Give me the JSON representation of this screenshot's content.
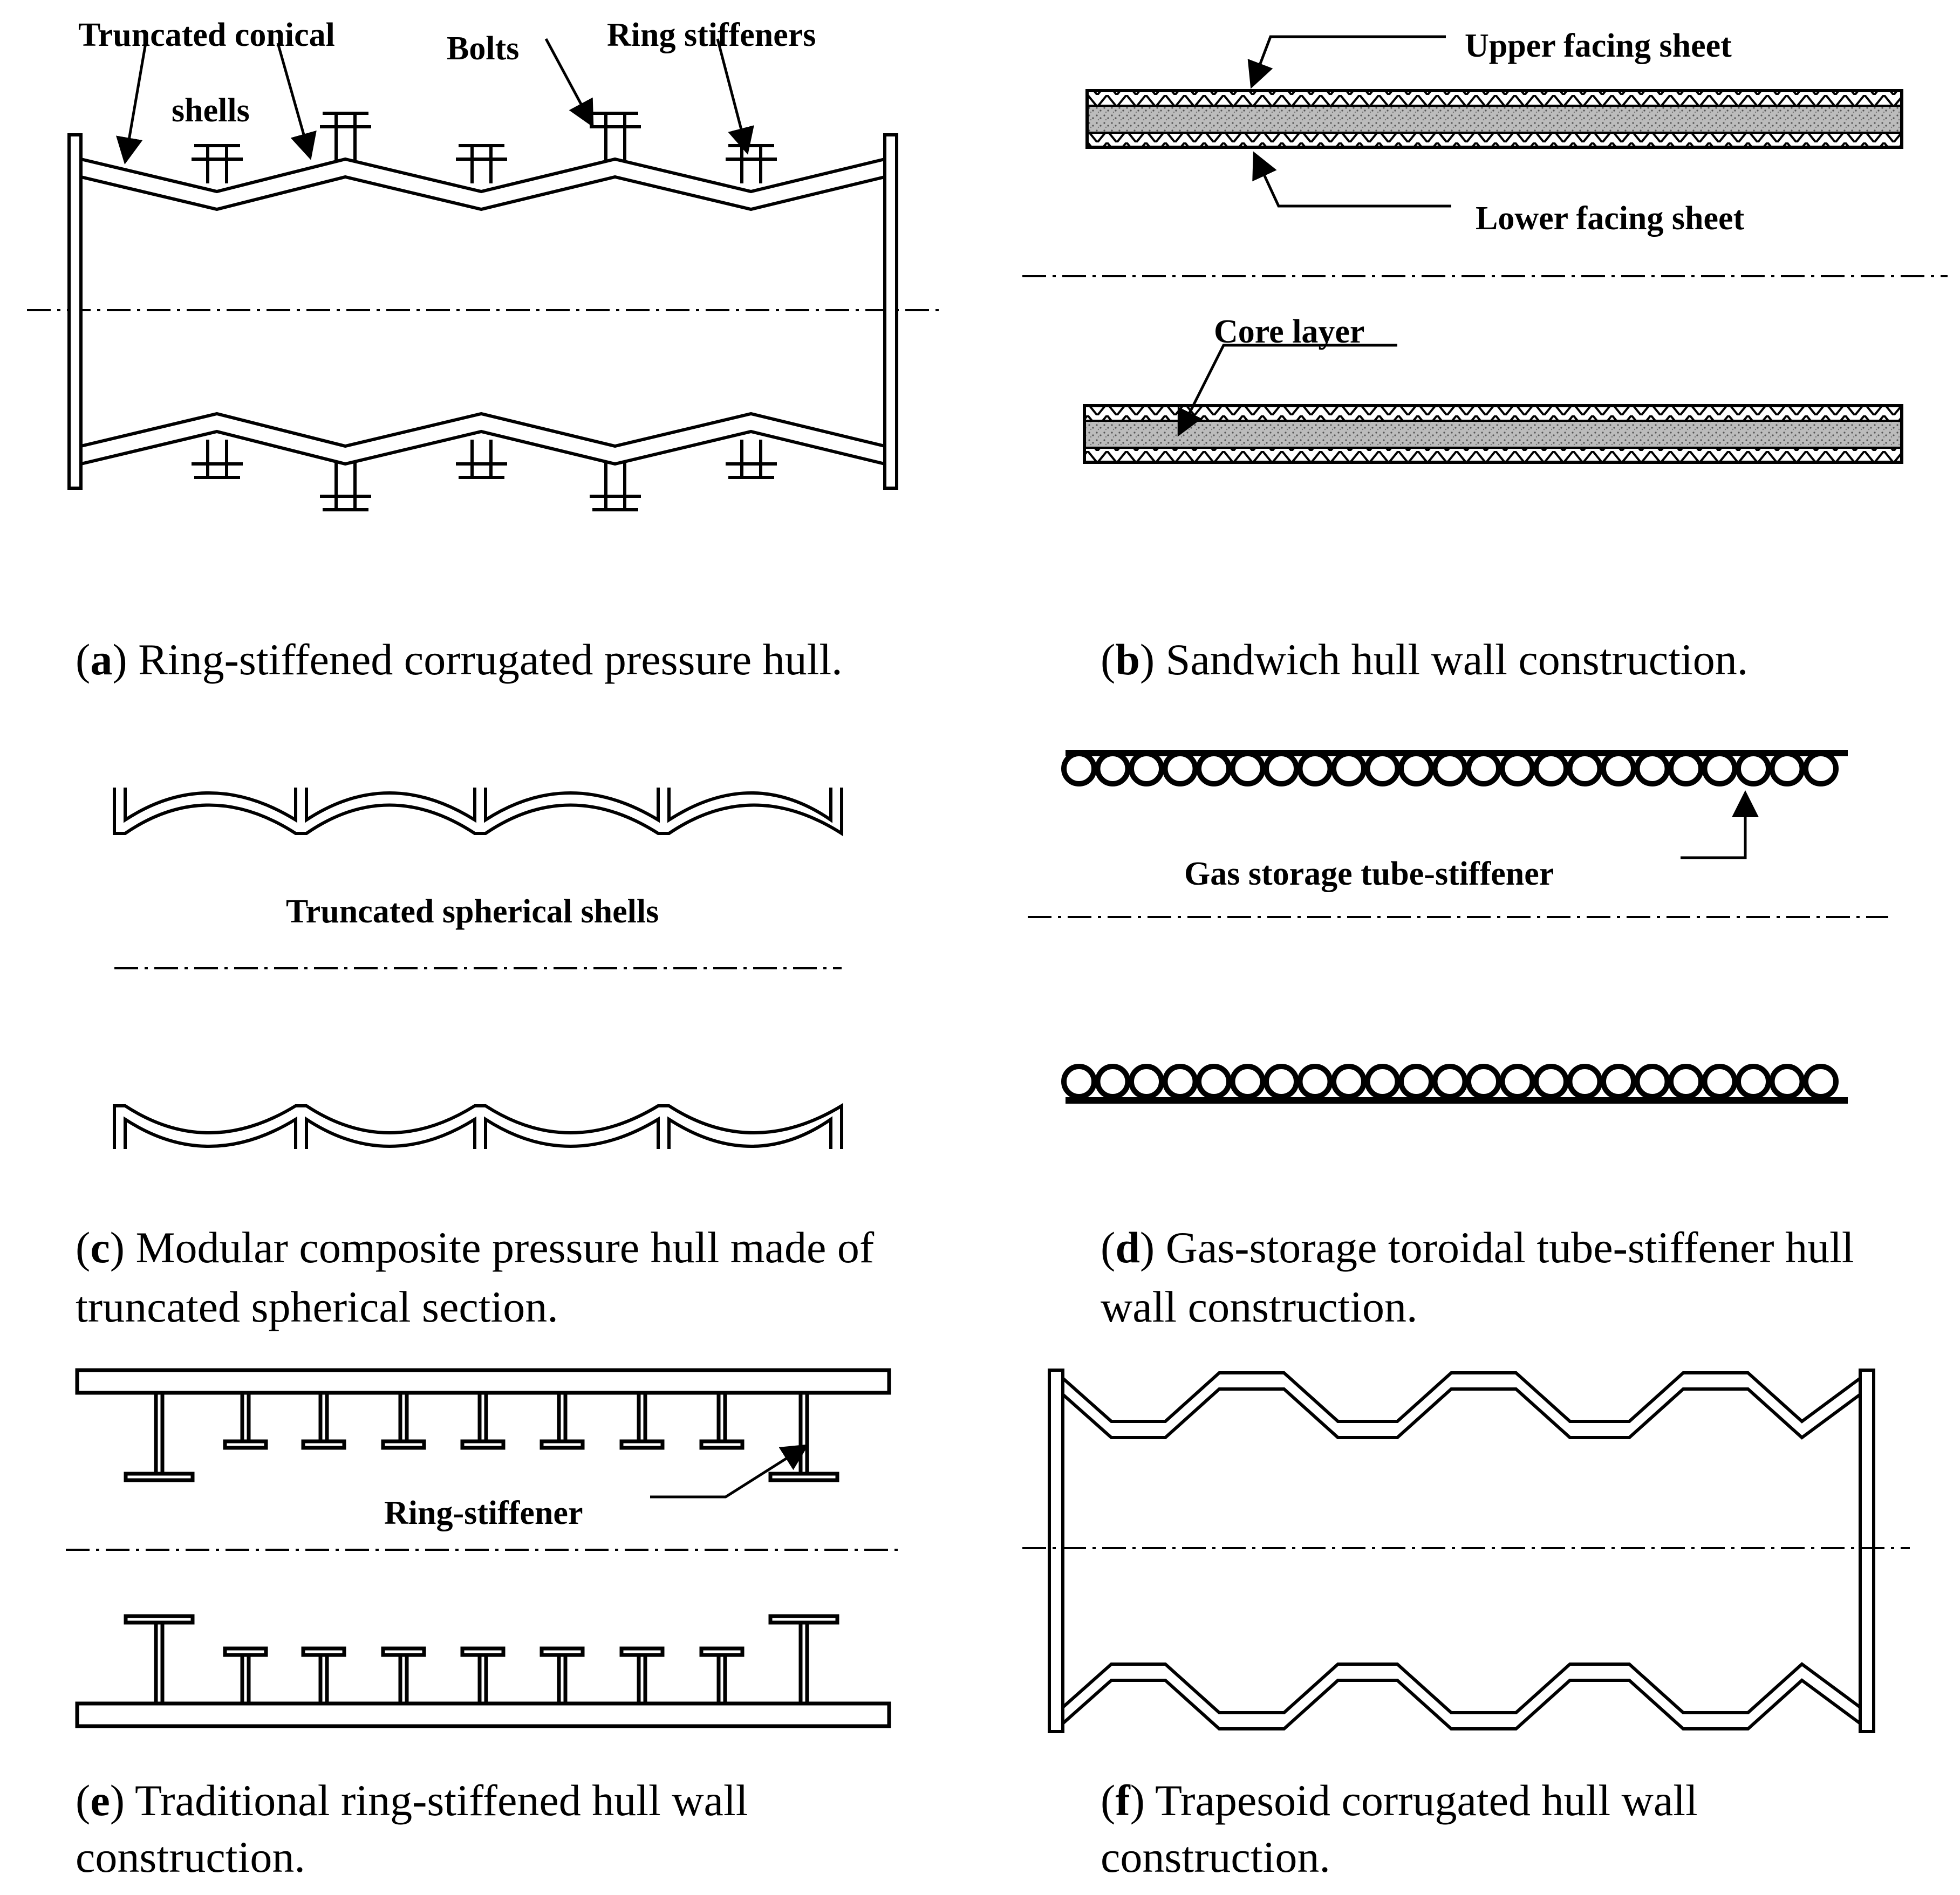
{
  "panels": {
    "a": {
      "labels": {
        "truncated_conical": "Truncated conical",
        "shells": "shells",
        "bolts": "Bolts",
        "ring_stiffeners": "Ring stiffeners"
      },
      "caption": {
        "letter": "a",
        "text": "Ring-stiffened corrugated pressure hull."
      }
    },
    "b": {
      "labels": {
        "upper_facing_sheet": "Upper facing sheet",
        "lower_facing_sheet": "Lower facing sheet",
        "core_layer": "Core layer"
      },
      "caption": {
        "letter": "b",
        "text": "Sandwich hull wall construction."
      }
    },
    "c": {
      "labels": {
        "truncated_spherical_shells": "Truncated spherical shells"
      },
      "caption": {
        "letter": "c",
        "line1": "Modular composite pressure hull made of",
        "line2": "truncated spherical section."
      }
    },
    "d": {
      "labels": {
        "gas_storage_tube_stiffener": "Gas storage tube-stiffener"
      },
      "caption": {
        "letter": "d",
        "line1": "Gas-storage toroidal tube-stiffener hull",
        "line2": "wall construction."
      }
    },
    "e": {
      "labels": {
        "ring_stiffener": "Ring-stiffener"
      },
      "caption": {
        "letter": "e",
        "line1": "Traditional ring-stiffened hull wall",
        "line2": "construction."
      }
    },
    "f": {
      "caption": {
        "letter": "f",
        "line1": "Trapesoid corrugated hull wall",
        "line2": "construction."
      }
    }
  }
}
